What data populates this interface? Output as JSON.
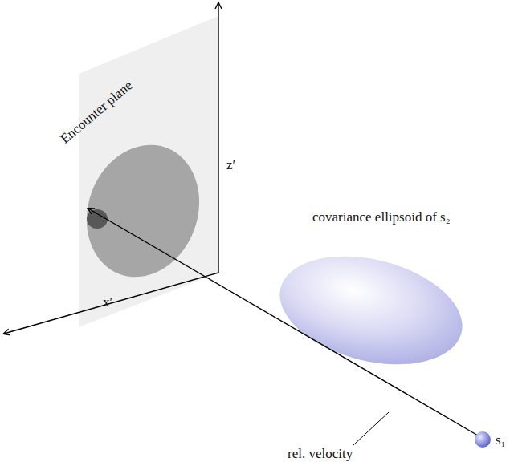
{
  "diagram": {
    "labels": [
      "Encounter plane",
      "z′",
      "x′",
      "covariance ellipsoid of s₂",
      "s₁",
      "rel. velocity"
    ]
  }
}
